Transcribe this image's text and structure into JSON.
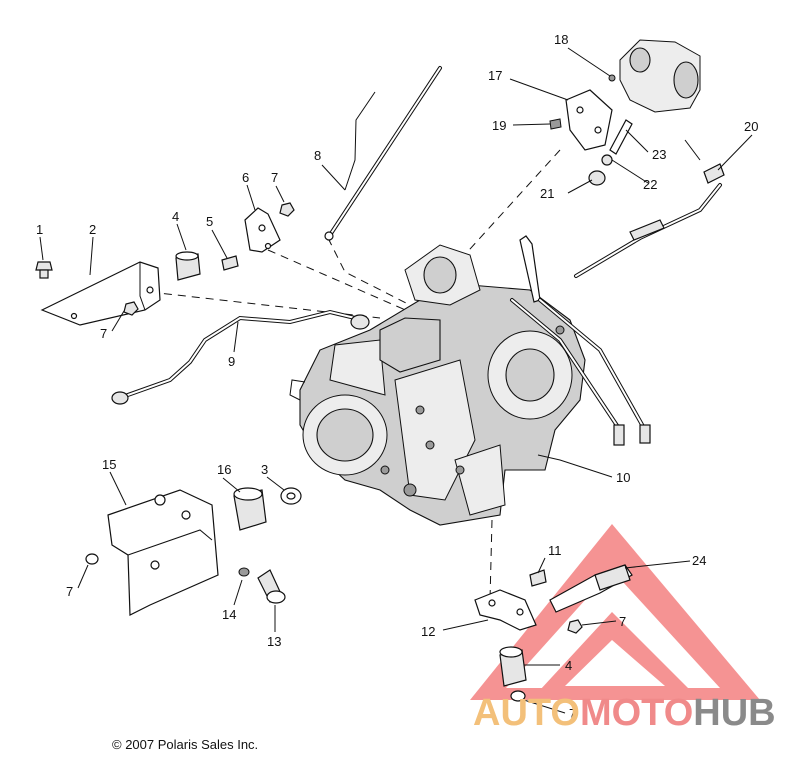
{
  "labels": {
    "l1": "1",
    "l2": "2",
    "l3": "3",
    "l4a": "4",
    "l4b": "4",
    "l5": "5",
    "l6": "6",
    "l7a": "7",
    "l7b": "7",
    "l7c": "7",
    "l7d": "7",
    "l7e": "7",
    "l8": "8",
    "l9": "9",
    "l10": "10",
    "l11": "11",
    "l12": "12",
    "l13": "13",
    "l14": "14",
    "l15": "15",
    "l16": "16",
    "l17": "17",
    "l18": "18",
    "l19": "19",
    "l20": "20",
    "l21": "21",
    "l22": "22",
    "l23": "23",
    "l24": "24"
  },
  "copyright": "© 2007 Polaris Sales Inc.",
  "watermark": {
    "part1": "AUTO",
    "part2": "MOTO",
    "part3": "HUB",
    "color_auto": "#f3c07a",
    "color_moto": "#f08a8a",
    "color_hub": "#8a8a8a",
    "triangle_color": "#f05a5a"
  }
}
